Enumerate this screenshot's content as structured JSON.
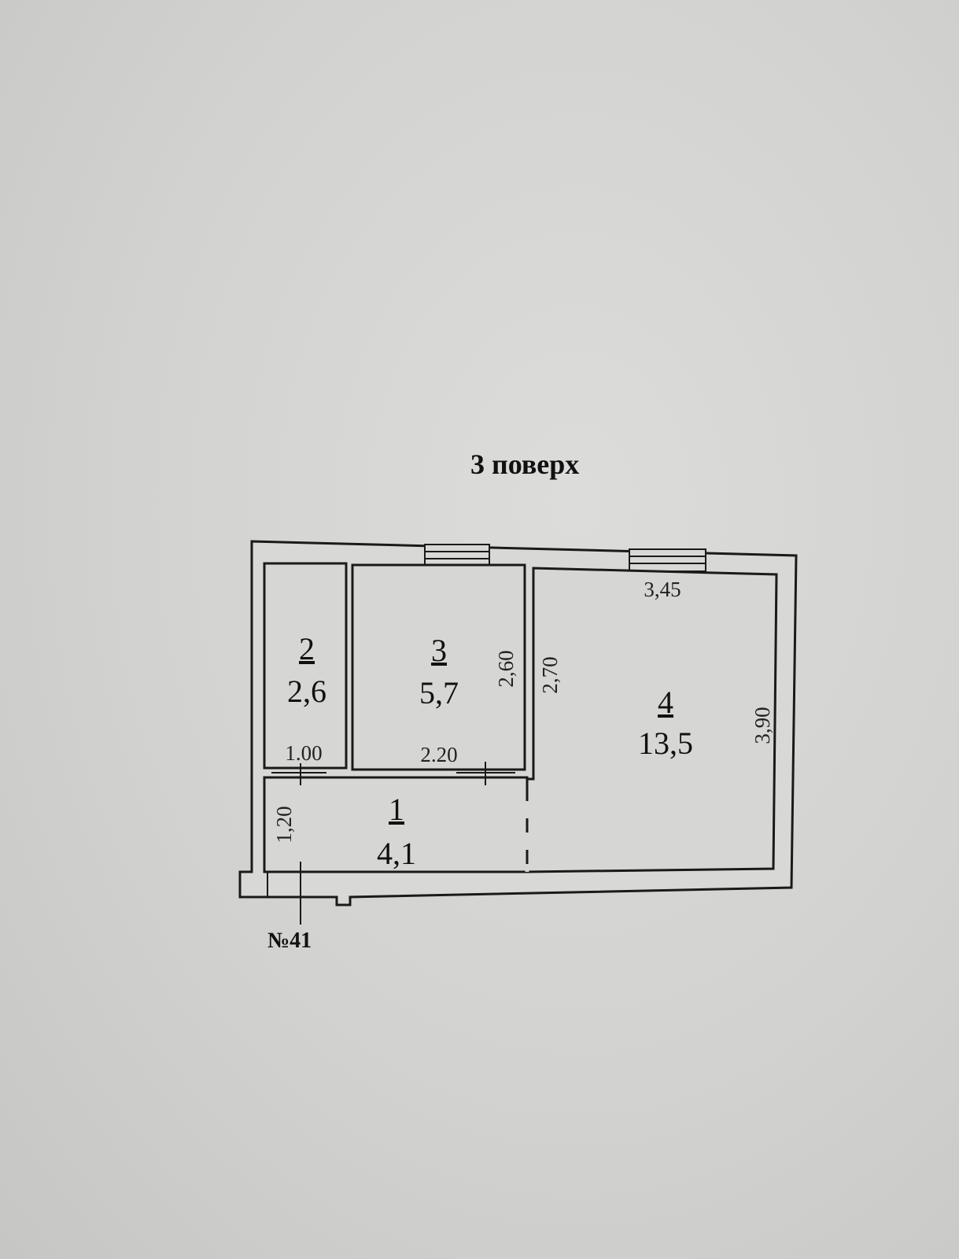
{
  "floor_title": "3 поверх",
  "apartment_label": "№41",
  "rooms": [
    {
      "number": "1",
      "area": "4,1"
    },
    {
      "number": "2",
      "area": "2,6"
    },
    {
      "number": "3",
      "area": "5,7"
    },
    {
      "number": "4",
      "area": "13,5"
    }
  ],
  "dimensions": {
    "room2_width": "1.00",
    "room3_width": "2.20",
    "room3_height": "2,60",
    "room4_left_height": "2,70",
    "room4_width": "3,45",
    "room4_height": "3,90",
    "room1_height": "1,20"
  }
}
